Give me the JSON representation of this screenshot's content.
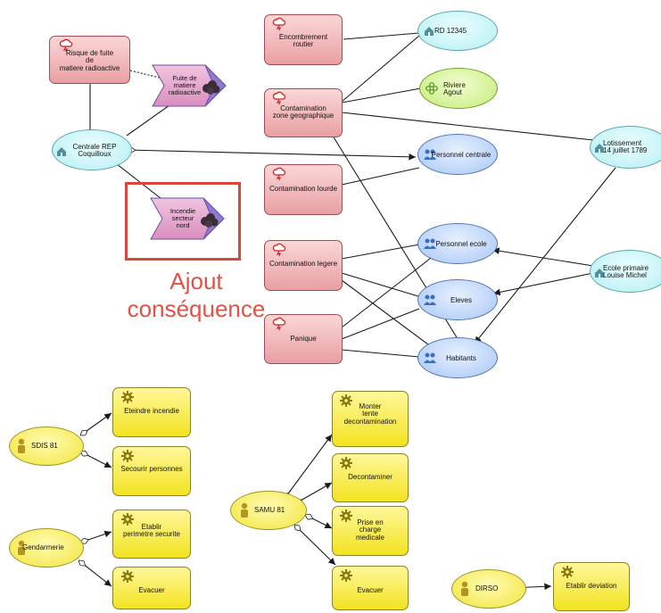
{
  "colors": {
    "risk_fill": "#eaa9ac",
    "action_fill": "#f7ea3a",
    "place_fill": "#c5f2f4",
    "people_fill": "#b7d0f7",
    "nature_fill": "#c8ec80",
    "consequence_fill": "#e2a9ce",
    "consequence_tab": "#8878c9",
    "annotation_red": "#d9473b",
    "edge": "#1a1a1a"
  },
  "annotation": {
    "text": "Ajout\nconséquence"
  },
  "nodes": {
    "risque_fuite": "Risque de fuite\nde\nmatiere radioactive",
    "fuite_matiere": "Fuite de\nmatiere\nradioactive",
    "centrale_rep": "Centrale REP\nCoquilloux",
    "incendie_nord": "Incendie\nsecteur\nnord",
    "encombrement": "Encombrement\nroutier",
    "contamination_zone": "Contamination\nzone geographique",
    "contamination_lourde": "Contamination lourde",
    "contamination_legere": "Contamination legere",
    "panique": "Panique",
    "rd": "RD 12345",
    "riviere": "Riviere\nAgout",
    "lotissement": "Lotissement\n14 juillet 1789",
    "personnel_centrale": "Personnel centrale",
    "personnel_ecole": "Personnel ecole",
    "eleves": "Eleves",
    "habitants": "Habitants",
    "ecole": "Ecole primaire\nLouise Michel",
    "sdis": "SDIS 81",
    "eteindre": "Eteindre incendie",
    "secourir": "Secourir personnes",
    "gendarmerie": "Gendarmerie",
    "perimetre": "Etablir\nperimetre securite",
    "evacuer_g": "Evacuer",
    "samu": "SAMU 81",
    "tente": "Monter\ntente\ndecontamination",
    "decontaminer": "Decontaminer",
    "prise_charge": "Prise en\ncharge\nmedicale",
    "evacuer_s": "Evacuer",
    "dirso": "DIRSO",
    "deviation": "Etablir deviation"
  },
  "icons": {
    "risk": "cloud-bolt-icon",
    "action": "gear-icon",
    "actor": "person-icon",
    "place": "house-icon",
    "people": "people-icon",
    "nature": "flower-icon",
    "consequence": "smoke-cloud-icon"
  }
}
